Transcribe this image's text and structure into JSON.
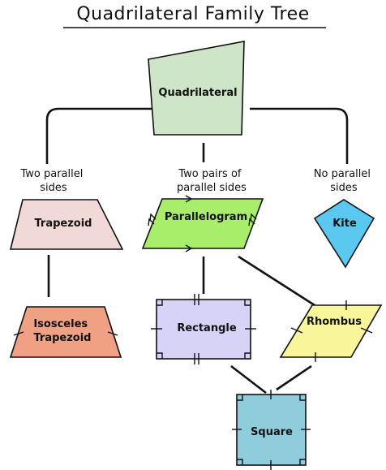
{
  "title": "Quadrilateral Family Tree",
  "edge_labels": {
    "two_parallel": [
      "Two parallel",
      "sides"
    ],
    "two_pairs": [
      "Two pairs of",
      "parallel sides"
    ],
    "no_parallel": [
      "No parallel",
      "sides"
    ]
  },
  "nodes": {
    "quadrilateral": {
      "label": [
        "Quadrilateral"
      ],
      "color": "#cfe5c8"
    },
    "trapezoid": {
      "label": [
        "Trapezoid"
      ],
      "color": "#f0d9d6"
    },
    "parallelogram": {
      "label": [
        "Parallelogram"
      ],
      "color": "#a9ee6a"
    },
    "kite": {
      "label": [
        "Kite"
      ],
      "color": "#5bc8f0"
    },
    "isosceles_trapezoid": {
      "label": [
        "Isosceles",
        "Trapezoid"
      ],
      "color": "#f0a083"
    },
    "rectangle": {
      "label": [
        "Rectangle"
      ],
      "color": "#d6d3f6"
    },
    "rhombus": {
      "label": [
        "Rhombus"
      ],
      "color": "#f9f59a"
    },
    "square": {
      "label": [
        "Square"
      ],
      "color": "#8fcddd"
    }
  }
}
